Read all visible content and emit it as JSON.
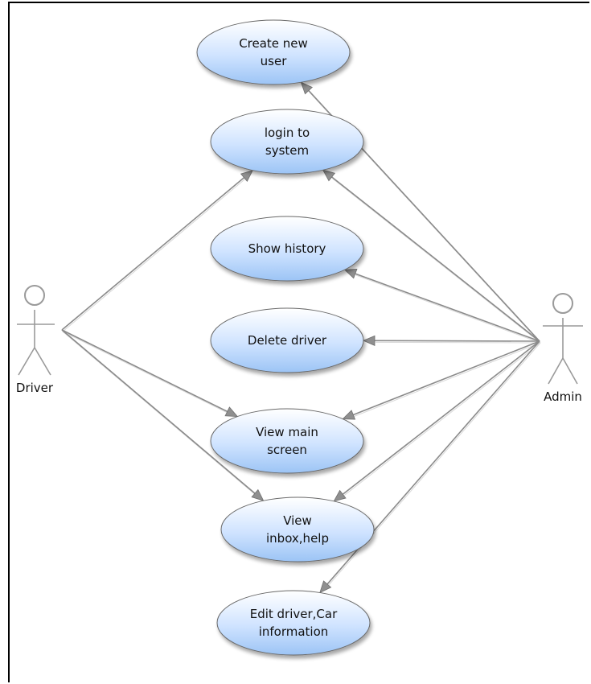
{
  "diagram": {
    "actors": [
      {
        "id": "driver",
        "label": "Driver"
      },
      {
        "id": "admin",
        "label": "Admin"
      }
    ],
    "use_cases": [
      {
        "id": "create-new-user",
        "lines": [
          "Create new",
          "user"
        ]
      },
      {
        "id": "login-to-system",
        "lines": [
          "login to",
          "system"
        ]
      },
      {
        "id": "show-history",
        "lines": [
          "Show history"
        ]
      },
      {
        "id": "delete-driver",
        "lines": [
          "Delete driver"
        ]
      },
      {
        "id": "view-main-screen",
        "lines": [
          "View main",
          "screen"
        ]
      },
      {
        "id": "view-inbox-help",
        "lines": [
          "View",
          "inbox,help"
        ]
      },
      {
        "id": "edit-driver-car-information",
        "lines": [
          "Edit driver,Car",
          "information"
        ]
      }
    ],
    "associations": [
      {
        "from": "driver",
        "to": "login-to-system"
      },
      {
        "from": "driver",
        "to": "view-main-screen"
      },
      {
        "from": "driver",
        "to": "view-inbox-help"
      },
      {
        "from": "admin",
        "to": "create-new-user"
      },
      {
        "from": "admin",
        "to": "login-to-system"
      },
      {
        "from": "admin",
        "to": "show-history"
      },
      {
        "from": "admin",
        "to": "delete-driver"
      },
      {
        "from": "admin",
        "to": "view-main-screen"
      },
      {
        "from": "admin",
        "to": "view-inbox-help"
      },
      {
        "from": "admin",
        "to": "edit-driver-car-information"
      }
    ]
  }
}
